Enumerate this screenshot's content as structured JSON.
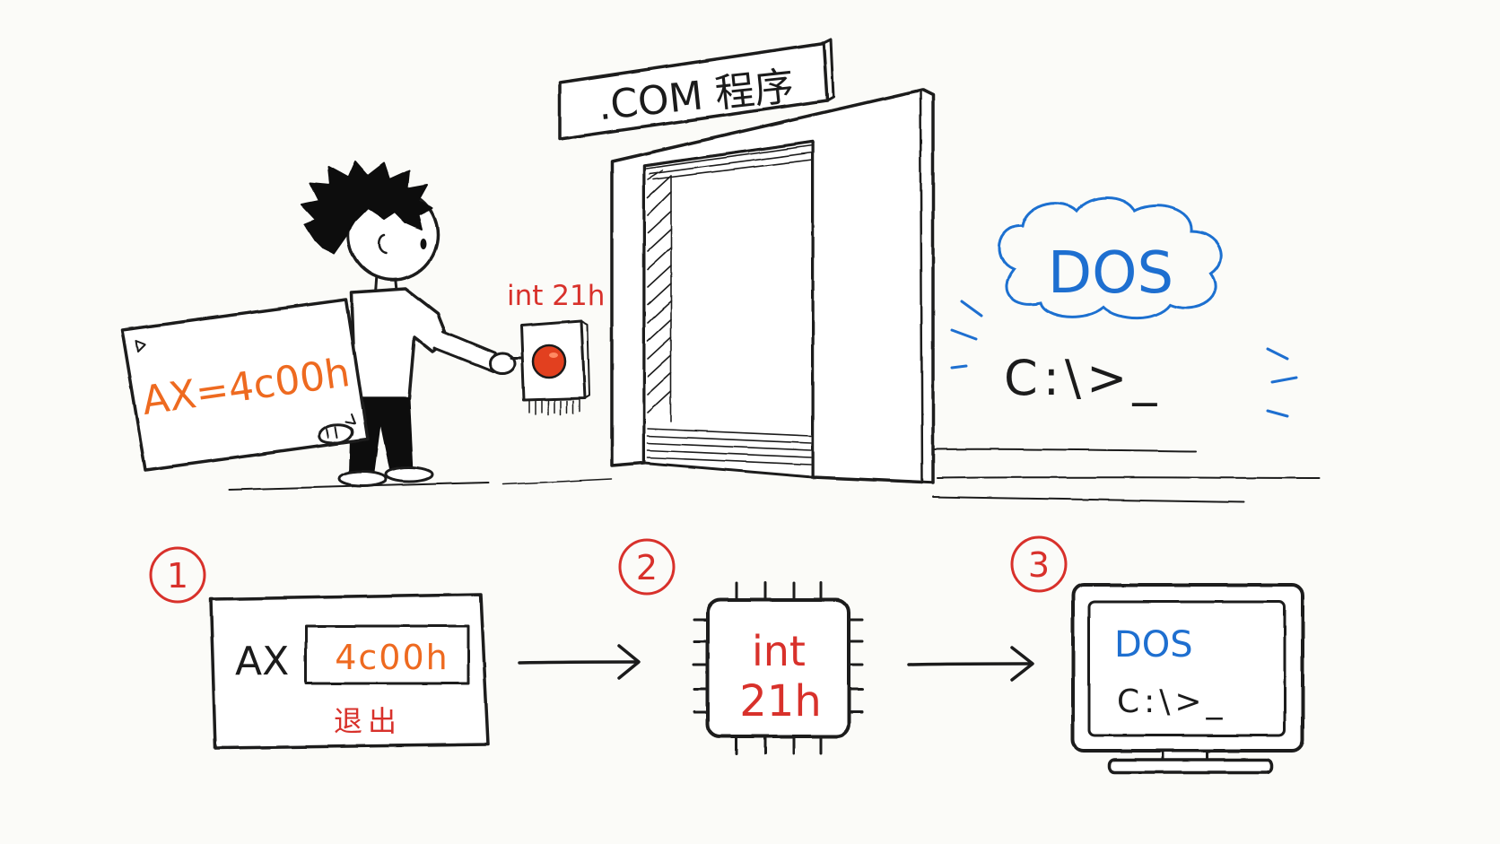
{
  "scene": {
    "sign_label": ".COM 程序",
    "interrupt_label": "int 21h",
    "register_board": "AX=4c00h",
    "cloud_label": "DOS",
    "prompt": "C:\\>_"
  },
  "steps": [
    {
      "number": "1",
      "register_name": "AX",
      "register_value": "4c00h",
      "caption": "退出"
    },
    {
      "number": "2",
      "chip_line1": "int",
      "chip_line2": "21h"
    },
    {
      "number": "3",
      "screen_title": "DOS",
      "screen_prompt": "C:\\>_"
    }
  ],
  "colors": {
    "accent_red": "#d8312b",
    "accent_orange": "#ee6a20",
    "accent_blue": "#1e6fd0",
    "ink": "#1b1b1b",
    "button_red": "#e2401f"
  }
}
